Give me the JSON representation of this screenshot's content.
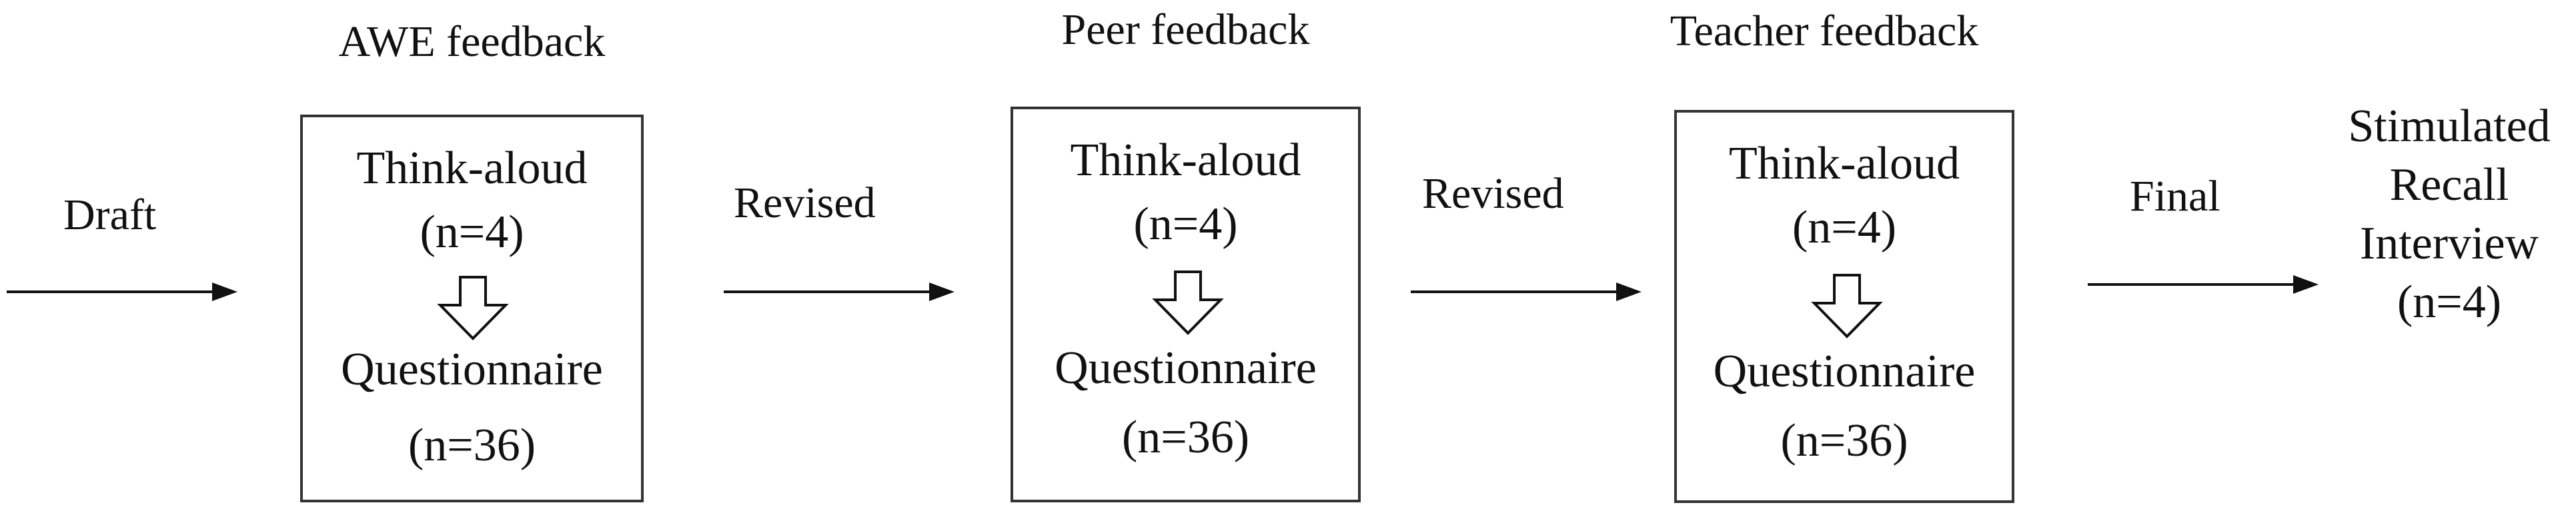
{
  "flow": {
    "start_label": "Draft",
    "transition_1": "Revised",
    "transition_2": "Revised",
    "transition_3": "Final"
  },
  "stages": [
    {
      "title": "AWE feedback",
      "think_aloud": "Think-aloud",
      "think_aloud_n": "(n=4)",
      "questionnaire": "Questionnaire",
      "questionnaire_n": "(n=36)"
    },
    {
      "title": "Peer feedback",
      "think_aloud": "Think-aloud",
      "think_aloud_n": "(n=4)",
      "questionnaire": "Questionnaire",
      "questionnaire_n": "(n=36)"
    },
    {
      "title": "Teacher feedback",
      "think_aloud": "Think-aloud",
      "think_aloud_n": "(n=4)",
      "questionnaire": "Questionnaire",
      "questionnaire_n": "(n=36)"
    }
  ],
  "end": {
    "line1": "Stimulated",
    "line2": "Recall",
    "line3": "Interview",
    "n": "(n=4)"
  },
  "colors": {
    "line": "#333333",
    "text": "#111111",
    "background": "#ffffff"
  }
}
